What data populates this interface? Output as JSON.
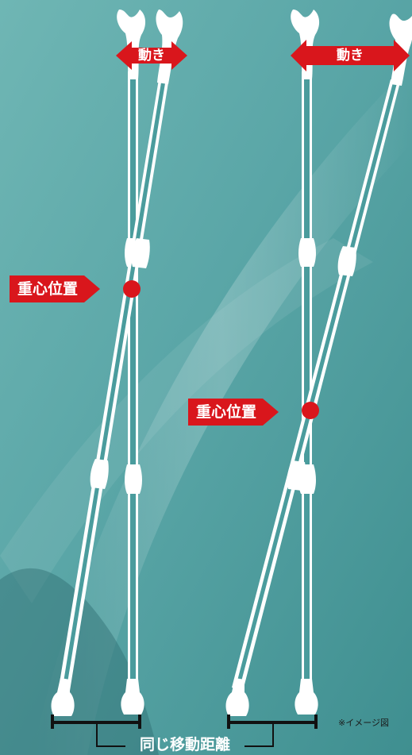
{
  "labels": {
    "motion_left": "動き",
    "motion_right": "動き",
    "cog_left": "重心位置",
    "cog_right": "重心位置",
    "distance": "同じ移動距離",
    "note": "※イメージ図"
  },
  "colors": {
    "accent_red": "#d9161c",
    "background_teal": "#5fa9ab",
    "pole_outline": "#ffffff",
    "baseline": "#111111"
  }
}
